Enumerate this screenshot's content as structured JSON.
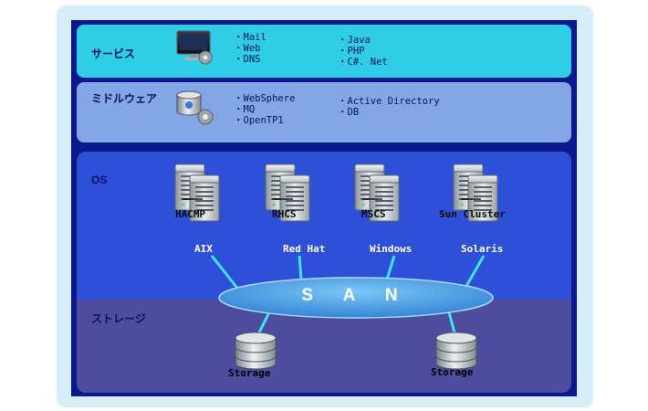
{
  "layers": {
    "services": {
      "label": "サービス",
      "icon": "monitor-gear-icon",
      "col1": [
        "Mail",
        "Web",
        "DNS"
      ],
      "col2": [
        "Java",
        "PHP",
        "C#. Net"
      ]
    },
    "middleware": {
      "label": "ミドルウェア",
      "icon": "database-gear-icon",
      "col1": [
        "WebSphere",
        "MQ",
        "OpenTP1"
      ],
      "col2": [
        "Active Directory",
        "DB"
      ]
    },
    "os": {
      "label": "OS",
      "clusters": [
        {
          "cluster": "HACMP",
          "os": "AIX"
        },
        {
          "cluster": "RHCS",
          "os": "Red Hat"
        },
        {
          "cluster": "MSCS",
          "os": "Windows"
        },
        {
          "cluster": "Sun Cluster",
          "os": "Solaris"
        }
      ]
    },
    "storage": {
      "label": "ストレージ",
      "devices": [
        "Storage",
        "Storage"
      ]
    }
  },
  "san": {
    "label": "S A N"
  },
  "colors": {
    "services": "#30cde6",
    "middleware": "#84a6e6",
    "os": "#2e50d8",
    "storage": "#4e4c9e",
    "san": "#4fa0e8",
    "links": "#3fe3f5"
  }
}
